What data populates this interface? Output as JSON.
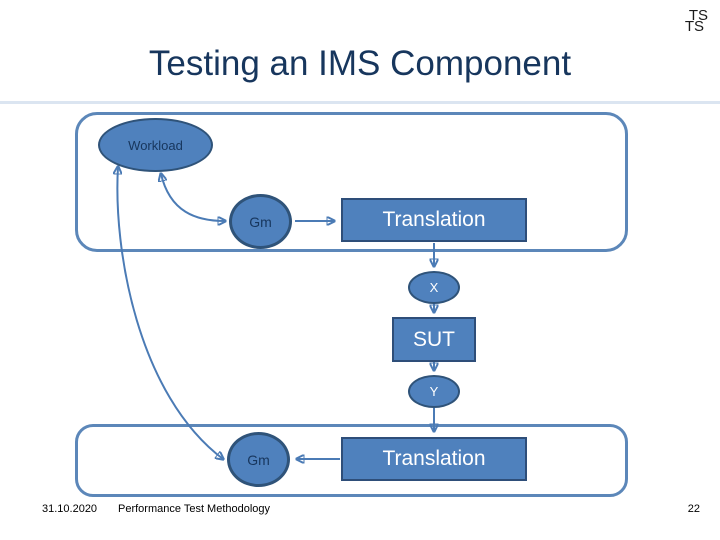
{
  "slide": {
    "title": "Testing an IMS Component",
    "footer": {
      "date": "31.10.2020",
      "center": "Performance Test Methodology",
      "page_number": "22"
    }
  },
  "diagram": {
    "top_system": {
      "label": "TS"
    },
    "bottom_system": {
      "label": "TS"
    },
    "nodes": {
      "workload": "Workload",
      "gm_top": "Gm",
      "translation_top": "Translation",
      "x": "X",
      "sut": "SUT",
      "y": "Y",
      "gm_bottom": "Gm",
      "translation_bottom": "Translation"
    },
    "connections": [
      "Workload <-> Gm (top, curved, double arrow)",
      "Workload <-> Gm (bottom, long curved, double arrow)",
      "Gm (top) -> Translation (top)",
      "Translation (top) -> X",
      "X -> SUT",
      "SUT -> Y",
      "Y -> Translation (bottom)",
      "Translation (bottom) -> Gm (bottom)"
    ],
    "colors": {
      "title_text": "#17365d",
      "node_fill": "#4f81bd",
      "node_border_dark": "#2f5379",
      "container_border": "#5c87b9",
      "connector": "#4b7bb5",
      "node_text_dark": "#17365d",
      "node_text_light": "#ffffff",
      "title_rule": "#dbe5f1"
    }
  }
}
